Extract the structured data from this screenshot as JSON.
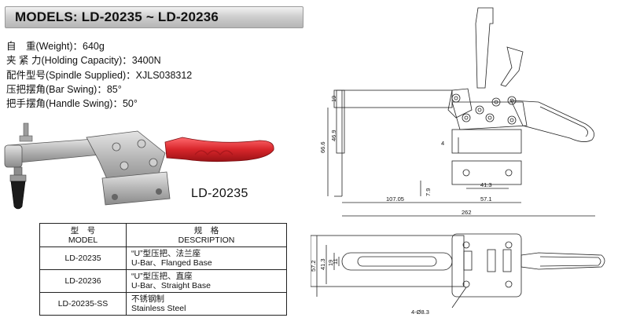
{
  "header": {
    "title": "MODELS: LD-20235 ~ LD-20236"
  },
  "specs": [
    {
      "zh": "自　重",
      "en": "(Weight)",
      "value": "：640g"
    },
    {
      "zh": "夹 紧 力",
      "en": "(Holding Capacity)",
      "value": "：3400N"
    },
    {
      "zh": "配件型号",
      "en": "(Spindle Supplied)",
      "value": "：XJLS038312"
    },
    {
      "zh": "压把摆角",
      "en": "(Bar Swing)",
      "value": "：85°"
    },
    {
      "zh": "把手摆角",
      "en": "(Handle Swing)",
      "value": "：50°"
    }
  ],
  "photo": {
    "model_label": "LD-20235"
  },
  "table": {
    "header_model_zh": "型　号",
    "header_model_en": "MODEL",
    "header_desc_zh": "规　格",
    "header_desc_en": "DESCRIPTION",
    "rows": [
      {
        "model": "LD-20235",
        "desc_zh": "“U”型压把、法兰座",
        "desc_en": "U-Bar、Flanged Base"
      },
      {
        "model": "LD-20236",
        "desc_zh": "“U”型压把、直座",
        "desc_en": "U-Bar、Straight Base"
      },
      {
        "model": "LD-20235-SS",
        "desc_zh": "不锈钢制",
        "desc_en": "Stainless Steel"
      }
    ]
  },
  "drawing": {
    "dims": {
      "d19": "19",
      "d46_9": "46.9",
      "d66_6": "66.6",
      "d4": "4",
      "d7_9": "7.9",
      "d41_3": "41.3",
      "d107_05": "107.05",
      "d57_1": "57.1",
      "d262": "262",
      "d57_2": "57.2",
      "d41_3v": "41.3",
      "d19v": "19",
      "d11": "11",
      "holes": "4-Ø8.3"
    }
  },
  "colors": {
    "handle_red": "#d8262b",
    "banner_grey": "#c4c4c4",
    "metal": "#b9b9b9"
  }
}
